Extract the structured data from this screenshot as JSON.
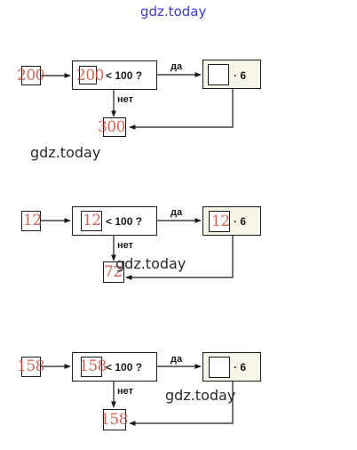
{
  "watermarks": {
    "top": "gdz.today",
    "w1": "gdz.today",
    "w2": "gdz.today",
    "w3": "gdz.today"
  },
  "diagrams": [
    {
      "input_value": "200",
      "condition_value": "200",
      "condition_text": "< 100 ?",
      "yes_label": "да",
      "no_label": "нет",
      "multiplier": "· 6",
      "result_value": "",
      "output_value": "300"
    },
    {
      "input_value": "12",
      "condition_value": "12",
      "condition_text": "< 100 ?",
      "yes_label": "да",
      "no_label": "нет",
      "multiplier": "· 6",
      "result_value": "12",
      "output_value": "72"
    },
    {
      "input_value": "158",
      "condition_value": "158",
      "condition_text": "< 100 ?",
      "yes_label": "да",
      "no_label": "нет",
      "multiplier": "· 6",
      "result_value": "",
      "output_value": "158"
    }
  ]
}
